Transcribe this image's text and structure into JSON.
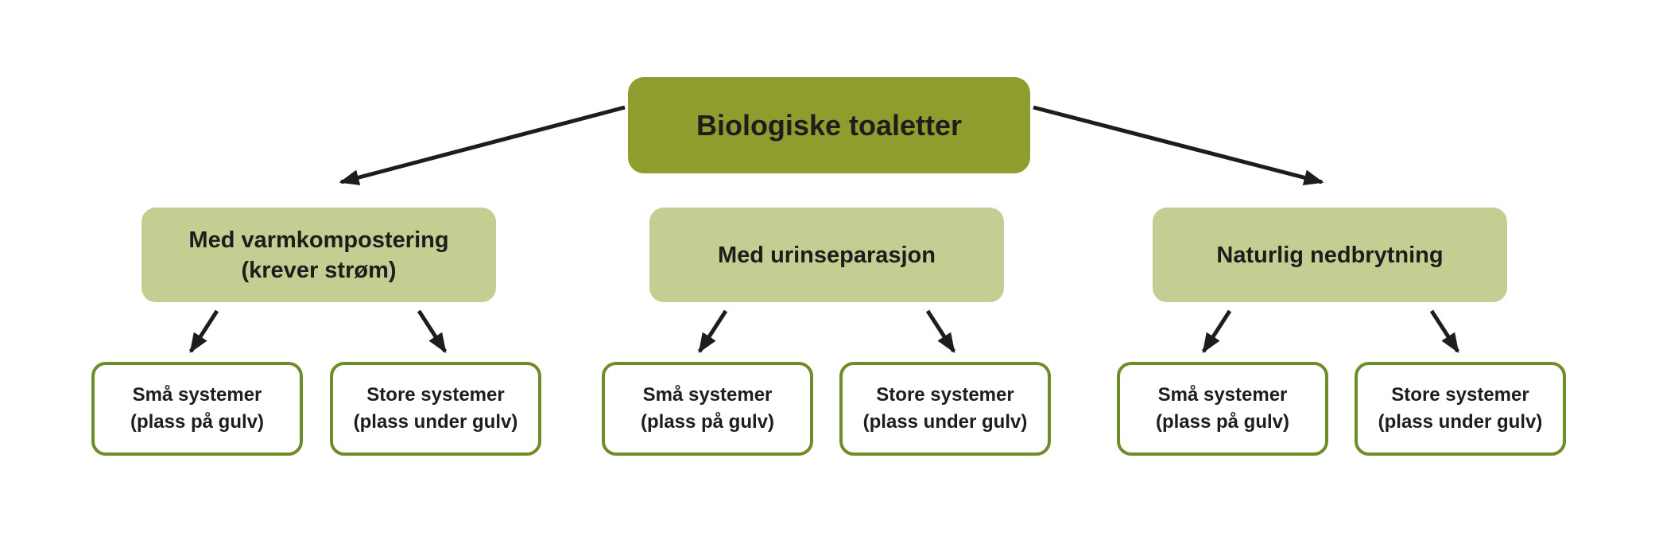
{
  "diagram": {
    "type": "flowchart",
    "background_color": "#ffffff",
    "arrow_color": "#1d1d1b",
    "text_color": "#1d1d1b",
    "root": {
      "label": "Biologiske toaletter",
      "fill_color": "#8f9c2e"
    },
    "branch_fill_color": "#c6cd93",
    "leaf_fill_color": "#ffffff",
    "leaf_border_color": "#6f8c29",
    "branches": [
      {
        "lines": [
          "Med varmkompostering",
          "(krever strøm)"
        ],
        "children": [
          {
            "lines": [
              "Små systemer",
              "(plass på gulv)"
            ]
          },
          {
            "lines": [
              "Store systemer",
              "(plass under gulv)"
            ]
          }
        ]
      },
      {
        "lines": [
          "Med urinseparasjon"
        ],
        "children": [
          {
            "lines": [
              "Små systemer",
              "(plass på gulv)"
            ]
          },
          {
            "lines": [
              "Store systemer",
              "(plass under gulv)"
            ]
          }
        ]
      },
      {
        "lines": [
          "Naturlig nedbrytning"
        ],
        "children": [
          {
            "lines": [
              "Små systemer",
              "(plass på gulv)"
            ]
          },
          {
            "lines": [
              "Store systemer",
              "(plass under gulv)"
            ]
          }
        ]
      }
    ],
    "edges": [
      {
        "from": "root",
        "to": "branch-1"
      },
      {
        "from": "root",
        "to": "branch-3"
      },
      {
        "from": "branch-1",
        "to": "branch-1-child-1"
      },
      {
        "from": "branch-1",
        "to": "branch-1-child-2"
      },
      {
        "from": "branch-2",
        "to": "branch-2-child-1"
      },
      {
        "from": "branch-2",
        "to": "branch-2-child-2"
      },
      {
        "from": "branch-3",
        "to": "branch-3-child-1"
      },
      {
        "from": "branch-3",
        "to": "branch-3-child-2"
      }
    ]
  }
}
